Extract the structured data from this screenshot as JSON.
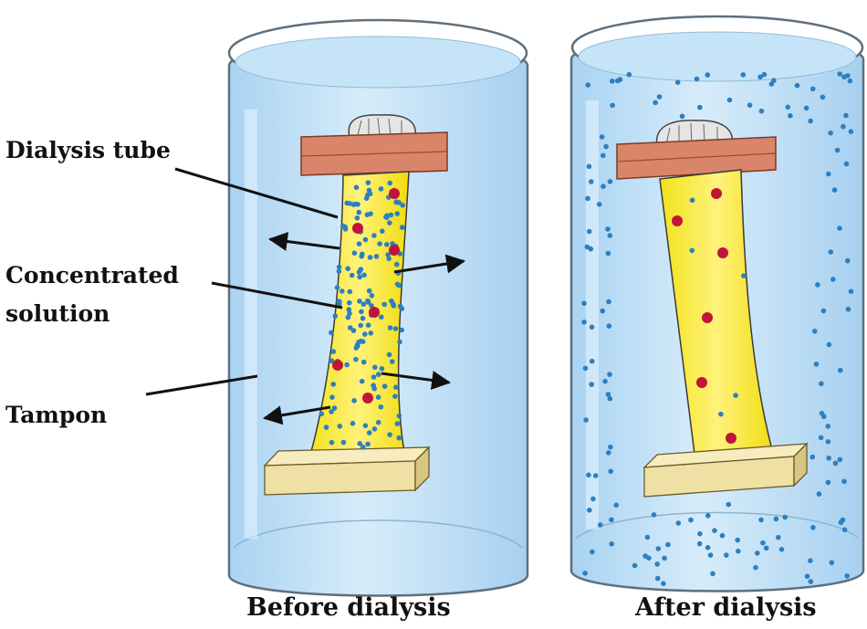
{
  "labels": {
    "dialysis_tube": "Dialysis tube",
    "concentrated_line1": "Concentrated",
    "concentrated_line2": "solution",
    "tampon": "Tampon"
  },
  "captions": {
    "before": "Before dialysis",
    "after": "After dialysis"
  },
  "colors": {
    "buffer_fill": "#bfe0f7",
    "buffer_edge": "#5f6f7c",
    "tube_fill": "#f6ea2a",
    "tube_edge": "#3a3a3a",
    "clamp_top": "#d9856a",
    "clamp_bottom": "#efe1a3",
    "small_molecule": "#2d7fc0",
    "large_molecule": "#c0143c",
    "leader": "#111111"
  }
}
